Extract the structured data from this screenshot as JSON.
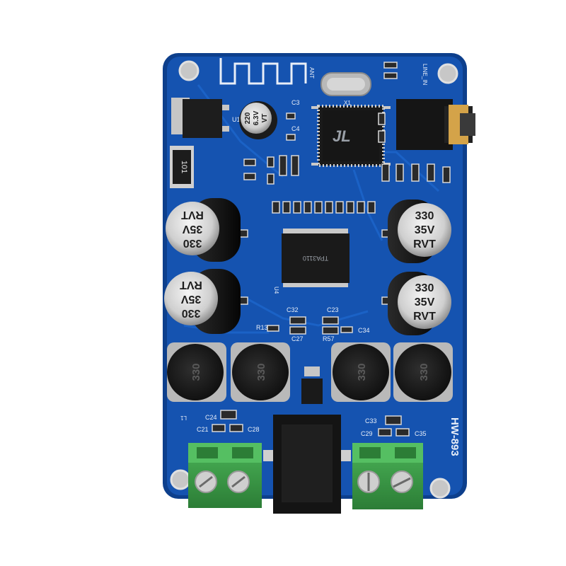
{
  "board": {
    "model": "HW-893",
    "colors": {
      "pcb": "#1553b0",
      "pcb_edge": "#0d3f8c",
      "trace": "#1b62c6",
      "terminal": "#3c9a46"
    }
  },
  "capacitors": {
    "large": {
      "line1": "330",
      "line2": "35V",
      "line3": "RVT"
    },
    "small": {
      "line1": "220",
      "line2": "6.3V",
      "line3": "VT"
    }
  },
  "inductors": {
    "label": "330"
  },
  "resistor": {
    "label": "101"
  },
  "silkscreen": {
    "ant": "ANT",
    "line_in": "LINE_IN",
    "x1": "X1",
    "c32": "C32",
    "c23": "C23",
    "c27": "C27",
    "c34": "C34",
    "c24": "C24",
    "c21": "C21",
    "c28": "C28",
    "c33": "C33",
    "c29": "C29",
    "c35": "C35",
    "r13": "R13",
    "r57": "R57",
    "c3": "C3",
    "c4": "C4",
    "u1": "U1",
    "u4": "U4",
    "l1": "L1"
  },
  "chips": {
    "bt_logo": "JL",
    "amp_text": "TPA3110"
  }
}
